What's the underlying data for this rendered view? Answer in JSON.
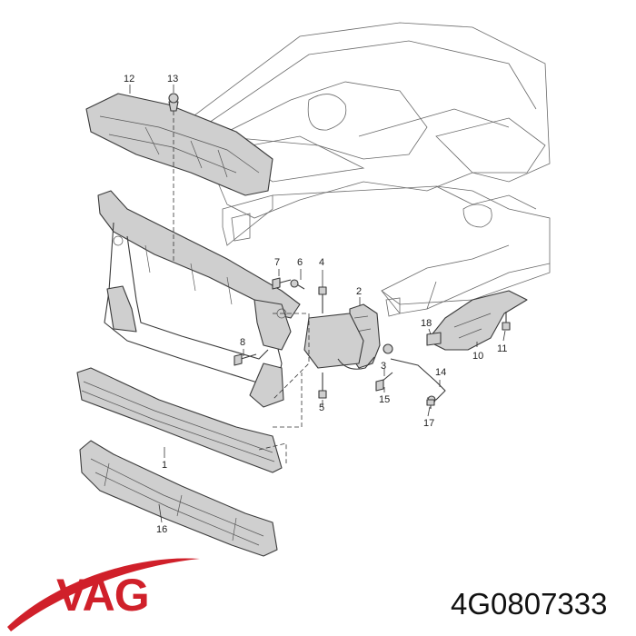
{
  "callouts": [
    {
      "id": "1",
      "label": "1"
    },
    {
      "id": "2",
      "label": "2"
    },
    {
      "id": "3",
      "label": "3"
    },
    {
      "id": "4",
      "label": "4"
    },
    {
      "id": "5",
      "label": "5"
    },
    {
      "id": "6",
      "label": "6"
    },
    {
      "id": "7",
      "label": "7"
    },
    {
      "id": "8",
      "label": "8"
    },
    {
      "id": "10",
      "label": "10"
    },
    {
      "id": "11",
      "label": "11"
    },
    {
      "id": "12",
      "label": "12"
    },
    {
      "id": "13",
      "label": "13"
    },
    {
      "id": "14",
      "label": "14"
    },
    {
      "id": "15",
      "label": "15"
    },
    {
      "id": "16",
      "label": "16"
    },
    {
      "id": "17",
      "label": "17"
    },
    {
      "id": "18",
      "label": "18"
    }
  ],
  "brand": {
    "name": "VAG",
    "color": "#d0202a"
  },
  "part_number": "4G0807333"
}
